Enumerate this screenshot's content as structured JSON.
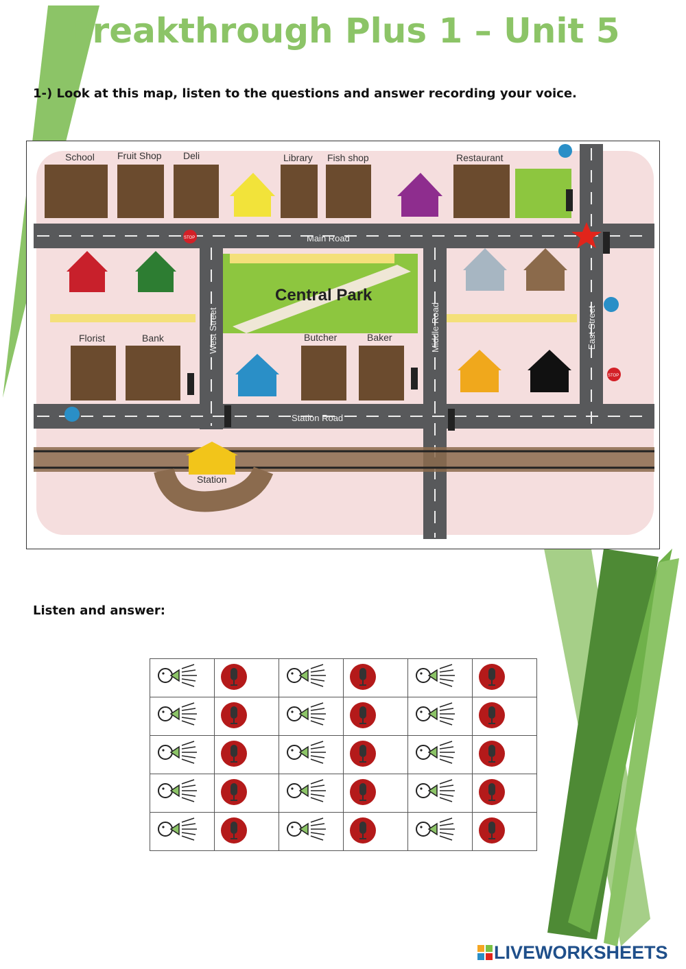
{
  "header": {
    "title": "Breakthrough Plus 1 – Unit 5"
  },
  "instructions": {
    "text": "1-) Look at this map, listen to the questions and answer recording your voice."
  },
  "map": {
    "park_label": "Central Park",
    "buildings": {
      "school": "School",
      "fruit_shop": "Fruit Shop",
      "deli": "Deli",
      "library": "Library",
      "fish_shop": "Fish shop",
      "restaurant": "Restaurant",
      "florist": "Florist",
      "bank": "Bank",
      "butcher": "Butcher",
      "baker": "Baker",
      "station": "Station"
    },
    "roads": {
      "main": "Main Road",
      "station": "Station Road",
      "west": "West Street",
      "middle": "Middle Road",
      "east": "East Street"
    },
    "signs": {
      "stop1": "STOP",
      "stop2": "STOP"
    }
  },
  "listen_section": {
    "label": "Listen and answer:",
    "rows": 5,
    "columns": 3
  },
  "colors": {
    "accent_green": "#8cc467",
    "dark_green": "#4e8a35",
    "record_red": "#b41a1a"
  },
  "icons": {
    "speaker": "speaker-icon",
    "microphone": "microphone-icon"
  },
  "footer": {
    "brand": "LIVEWORKSHEETS"
  }
}
